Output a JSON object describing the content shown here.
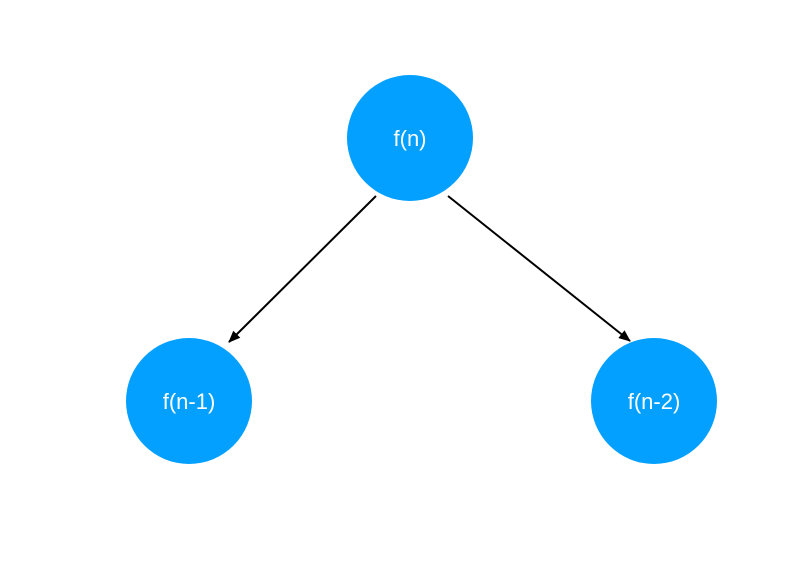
{
  "nodes": {
    "root": {
      "label": "f(n)"
    },
    "left": {
      "label": "f(n-1)"
    },
    "right": {
      "label": "f(n-2)"
    }
  },
  "colors": {
    "node_fill": "#03a0ff",
    "node_text": "#ffffff",
    "edge": "#000000",
    "background": "#ffffff"
  }
}
